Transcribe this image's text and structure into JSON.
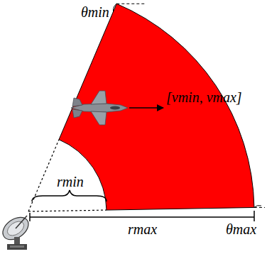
{
  "diagram": {
    "labels": [
      "θmin",
      "rmin",
      "rmax",
      "θmax",
      "[vmin, vmax]"
    ]
  }
}
